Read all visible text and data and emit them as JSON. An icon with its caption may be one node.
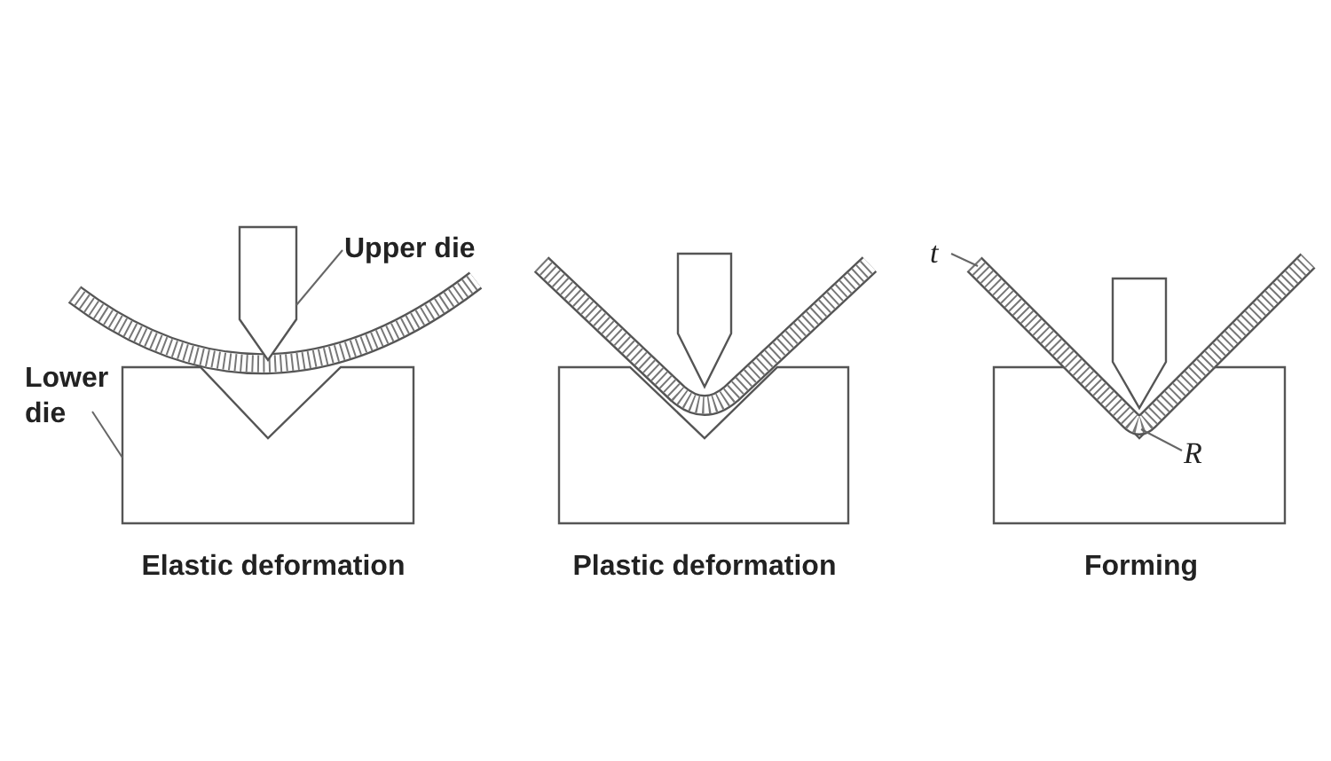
{
  "diagram": {
    "nodes": [
      {
        "text": [
          "Upper die"
        ]
      },
      {
        "text": [],
        "shape": "box"
      },
      {
        "text": [
          "Lower die"
        ]
      },
      {
        "text": [],
        "shape": "box"
      },
      {
        "text": [
          "t"
        ]
      },
      {
        "text": [],
        "shape": "bar"
      },
      {
        "text": [
          "R"
        ]
      }
    ],
    "edges": [
      {
        "from": 0,
        "to": 1,
        "arrow": "none"
      },
      {
        "from": 2,
        "to": 3,
        "arrow": "none"
      },
      {
        "from": 4,
        "to": 5,
        "arrow": "none"
      },
      {
        "from": 6,
        "to": 5,
        "arrow": "none"
      }
    ],
    "labels": [
      "Elastic deformation",
      "Plastic deformation",
      "Forming"
    ]
  }
}
